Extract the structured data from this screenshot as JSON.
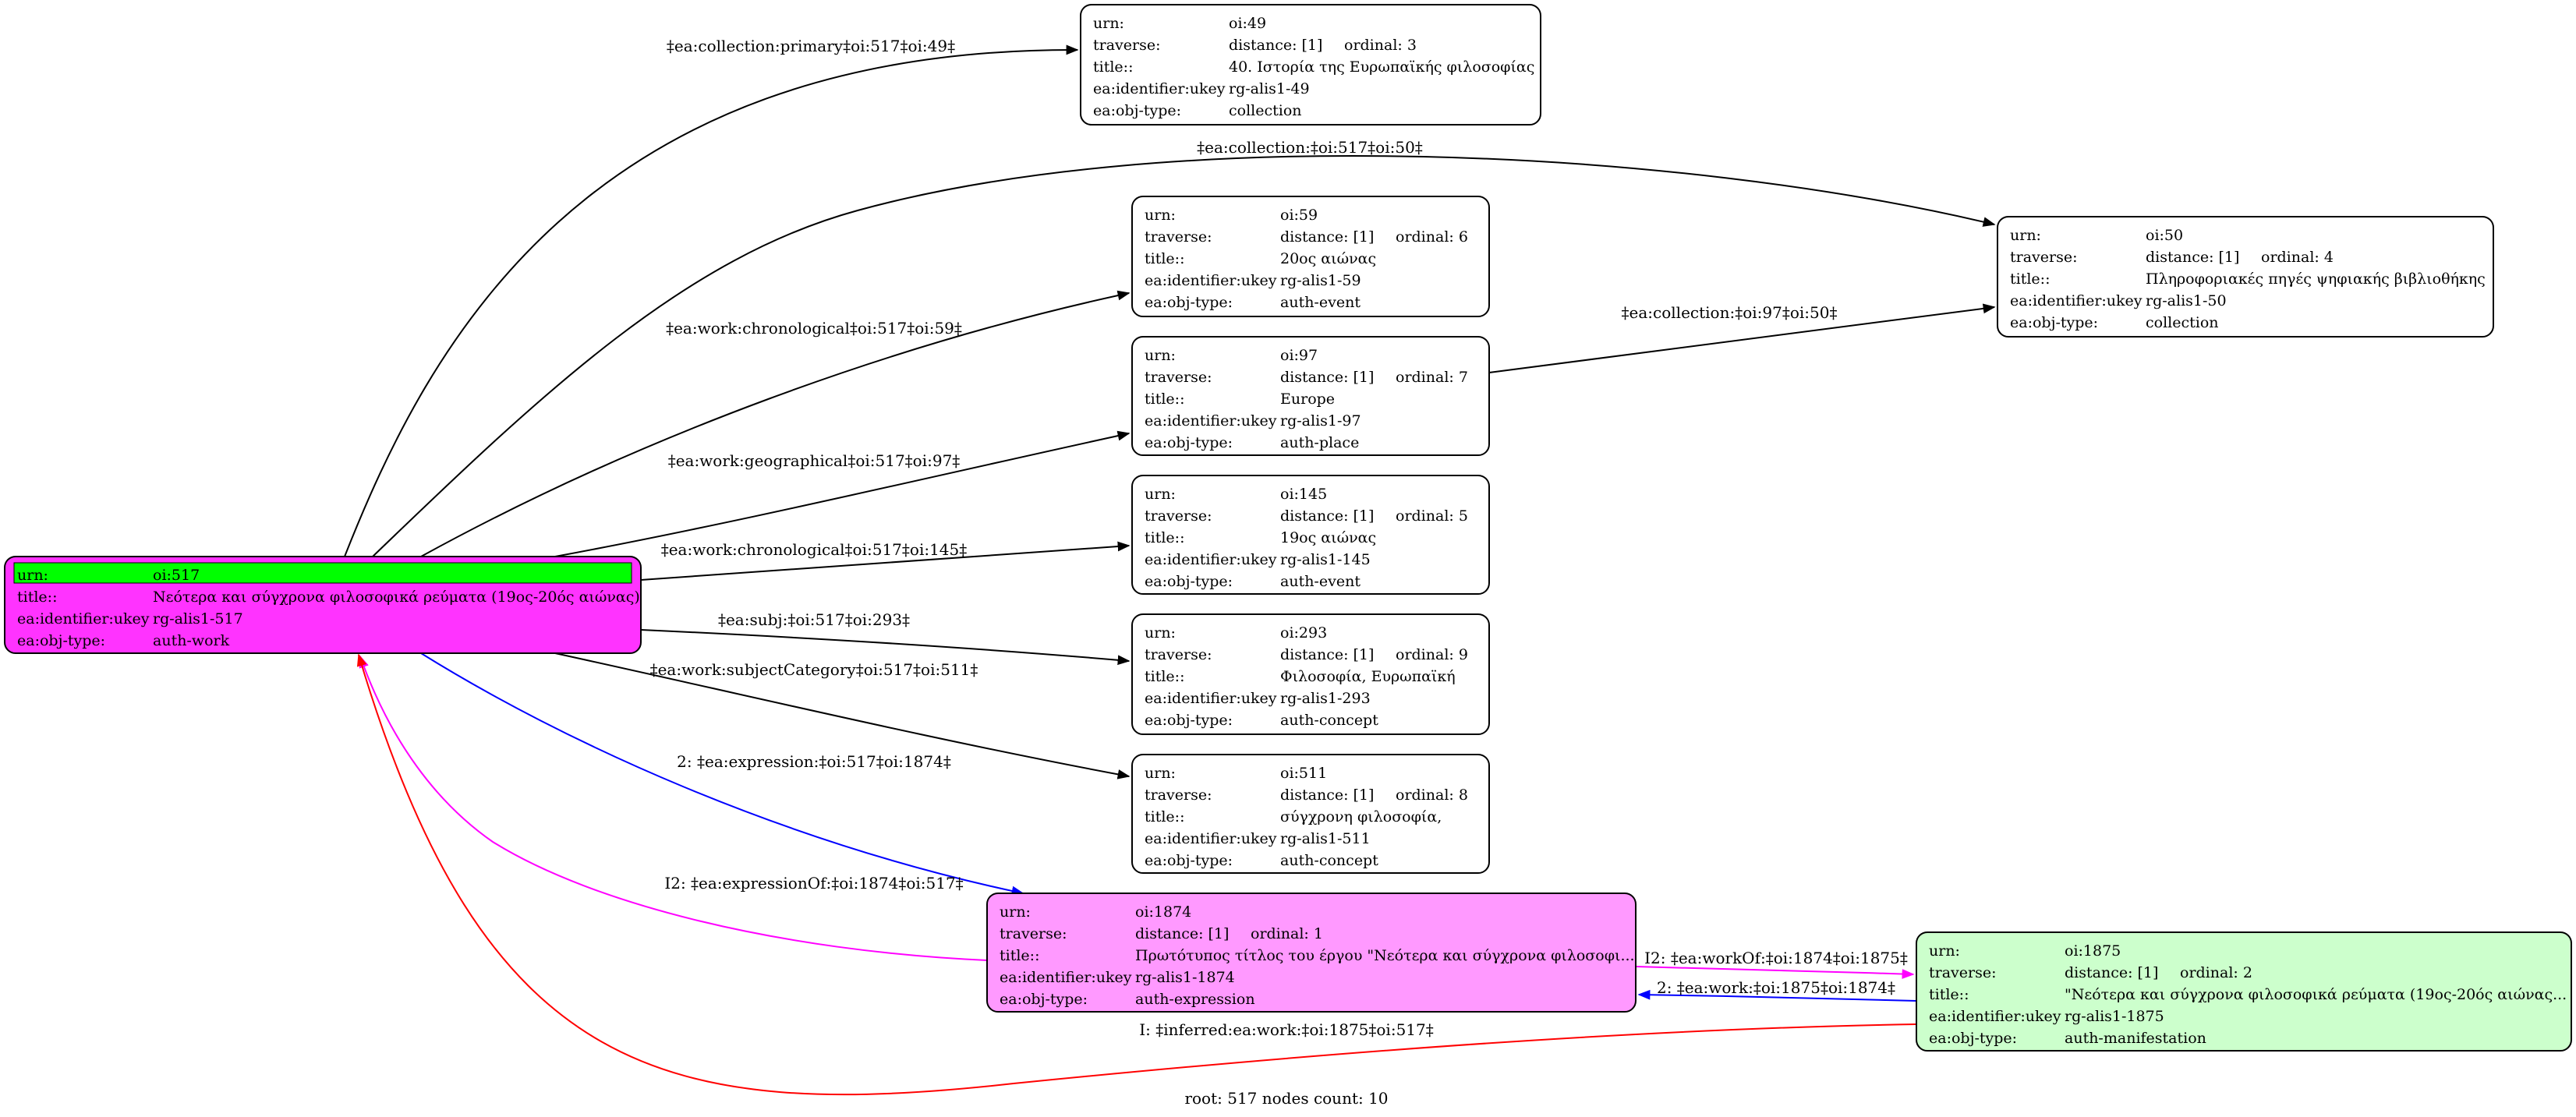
{
  "footer": "root: 517 nodes count: 10",
  "colors": {
    "root_fill": "#ff33ff",
    "root_header": "#00ff00",
    "expression_fill": "#ff99ff",
    "manifestation_fill": "#ccffcc",
    "default_fill": "#ffffff",
    "edge_default": "#000000",
    "edge_blue": "#0000ff",
    "edge_magenta": "#ff00ff",
    "edge_red": "#ff0000"
  },
  "nodes": [
    {
      "id": "oi517",
      "fill": "#ff33ff",
      "header_fill": "#00ff00",
      "rows": [
        {
          "k": "urn:",
          "v": "oi:517"
        },
        {
          "k": "title::",
          "v": "Νεότερα και σύγχρονα φιλοσοφικά ρεύματα (19ος-20ός αιώνας)"
        },
        {
          "k": "ea:identifier:ukey",
          "v": "rg-alis1-517"
        },
        {
          "k": "ea:obj-type:",
          "v": "auth-work"
        }
      ]
    },
    {
      "id": "oi49",
      "fill": "#ffffff",
      "rows": [
        {
          "k": "urn:",
          "v": "oi:49"
        },
        {
          "k": "traverse:",
          "v": "distance: [1]",
          "v2": "ordinal: 3"
        },
        {
          "k": "title::",
          "v": "40. Ιστορία της Ευρωπαϊκής φιλοσοφίας"
        },
        {
          "k": "ea:identifier:ukey",
          "v": "rg-alis1-49"
        },
        {
          "k": "ea:obj-type:",
          "v": "collection"
        }
      ]
    },
    {
      "id": "oi50",
      "fill": "#ffffff",
      "rows": [
        {
          "k": "urn:",
          "v": "oi:50"
        },
        {
          "k": "traverse:",
          "v": "distance: [1]",
          "v2": "ordinal: 4"
        },
        {
          "k": "title::",
          "v": "Πληροφοριακές πηγές ψηφιακής βιβλιοθήκης"
        },
        {
          "k": "ea:identifier:ukey",
          "v": "rg-alis1-50"
        },
        {
          "k": "ea:obj-type:",
          "v": "collection"
        }
      ]
    },
    {
      "id": "oi59",
      "fill": "#ffffff",
      "rows": [
        {
          "k": "urn:",
          "v": "oi:59"
        },
        {
          "k": "traverse:",
          "v": "distance: [1]",
          "v2": "ordinal: 6"
        },
        {
          "k": "title::",
          "v": "20ος αιώνας"
        },
        {
          "k": "ea:identifier:ukey",
          "v": "rg-alis1-59"
        },
        {
          "k": "ea:obj-type:",
          "v": "auth-event"
        }
      ]
    },
    {
      "id": "oi97",
      "fill": "#ffffff",
      "rows": [
        {
          "k": "urn:",
          "v": "oi:97"
        },
        {
          "k": "traverse:",
          "v": "distance: [1]",
          "v2": "ordinal: 7"
        },
        {
          "k": "title::",
          "v": "Europe"
        },
        {
          "k": "ea:identifier:ukey",
          "v": "rg-alis1-97"
        },
        {
          "k": "ea:obj-type:",
          "v": "auth-place"
        }
      ]
    },
    {
      "id": "oi145",
      "fill": "#ffffff",
      "rows": [
        {
          "k": "urn:",
          "v": "oi:145"
        },
        {
          "k": "traverse:",
          "v": "distance: [1]",
          "v2": "ordinal: 5"
        },
        {
          "k": "title::",
          "v": "19ος αιώνας"
        },
        {
          "k": "ea:identifier:ukey",
          "v": "rg-alis1-145"
        },
        {
          "k": "ea:obj-type:",
          "v": "auth-event"
        }
      ]
    },
    {
      "id": "oi293",
      "fill": "#ffffff",
      "rows": [
        {
          "k": "urn:",
          "v": "oi:293"
        },
        {
          "k": "traverse:",
          "v": "distance: [1]",
          "v2": "ordinal: 9"
        },
        {
          "k": "title::",
          "v": "Φιλοσοφία, Ευρωπαϊκή"
        },
        {
          "k": "ea:identifier:ukey",
          "v": "rg-alis1-293"
        },
        {
          "k": "ea:obj-type:",
          "v": "auth-concept"
        }
      ]
    },
    {
      "id": "oi511",
      "fill": "#ffffff",
      "rows": [
        {
          "k": "urn:",
          "v": "oi:511"
        },
        {
          "k": "traverse:",
          "v": "distance: [1]",
          "v2": "ordinal: 8"
        },
        {
          "k": "title::",
          "v": "σύγχρονη φιλοσοφία,"
        },
        {
          "k": "ea:identifier:ukey",
          "v": "rg-alis1-511"
        },
        {
          "k": "ea:obj-type:",
          "v": "auth-concept"
        }
      ]
    },
    {
      "id": "oi1874",
      "fill": "#ff99ff",
      "rows": [
        {
          "k": "urn:",
          "v": "oi:1874"
        },
        {
          "k": "traverse:",
          "v": "distance: [1]",
          "v2": "ordinal: 1"
        },
        {
          "k": "title::",
          "v": "Πρωτότυπος τίτλος του έργου \"Νεότερα και σύγχρονα φιλοσοφι..."
        },
        {
          "k": "ea:identifier:ukey",
          "v": "rg-alis1-1874"
        },
        {
          "k": "ea:obj-type:",
          "v": "auth-expression"
        }
      ]
    },
    {
      "id": "oi1875",
      "fill": "#ccffcc",
      "rows": [
        {
          "k": "urn:",
          "v": "oi:1875"
        },
        {
          "k": "traverse:",
          "v": "distance: [1]",
          "v2": "ordinal: 2"
        },
        {
          "k": "title::",
          "v": "\"Νεότερα και σύγχρονα φιλοσοφικά ρεύματα (19ος-20ός αιώνας..."
        },
        {
          "k": "ea:identifier:ukey",
          "v": "rg-alis1-1875"
        },
        {
          "k": "ea:obj-type:",
          "v": "auth-manifestation"
        }
      ]
    }
  ],
  "edges": [
    {
      "id": "e-517-49",
      "label": "‡ea:collection:primary‡oi:517‡oi:49‡",
      "color": "#000000"
    },
    {
      "id": "e-517-50",
      "label": "‡ea:collection:‡oi:517‡oi:50‡",
      "color": "#000000"
    },
    {
      "id": "e-517-59",
      "label": "‡ea:work:chronological‡oi:517‡oi:59‡",
      "color": "#000000"
    },
    {
      "id": "e-97-50",
      "label": "‡ea:collection:‡oi:97‡oi:50‡",
      "color": "#000000"
    },
    {
      "id": "e-517-97",
      "label": "‡ea:work:geographical‡oi:517‡oi:97‡",
      "color": "#000000"
    },
    {
      "id": "e-517-145",
      "label": "‡ea:work:chronological‡oi:517‡oi:145‡",
      "color": "#000000"
    },
    {
      "id": "e-517-293",
      "label": "‡ea:subj:‡oi:517‡oi:293‡",
      "color": "#000000"
    },
    {
      "id": "e-517-511",
      "label": "‡ea:work:subjectCategory‡oi:517‡oi:511‡",
      "color": "#000000"
    },
    {
      "id": "e-517-1874",
      "label": "2: ‡ea:expression:‡oi:517‡oi:1874‡",
      "color": "#0000ff"
    },
    {
      "id": "e-1874-517",
      "label": "I2: ‡ea:expressionOf:‡oi:1874‡oi:517‡",
      "color": "#ff00ff"
    },
    {
      "id": "e-1874-1875",
      "label": "I2: ‡ea:workOf:‡oi:1874‡oi:1875‡",
      "color": "#ff00ff"
    },
    {
      "id": "e-1875-1874",
      "label": "2: ‡ea:work:‡oi:1875‡oi:1874‡",
      "color": "#0000ff"
    },
    {
      "id": "e-1875-517",
      "label": "I: ‡inferred:ea:work:‡oi:1875‡oi:517‡",
      "color": "#ff0000"
    }
  ]
}
